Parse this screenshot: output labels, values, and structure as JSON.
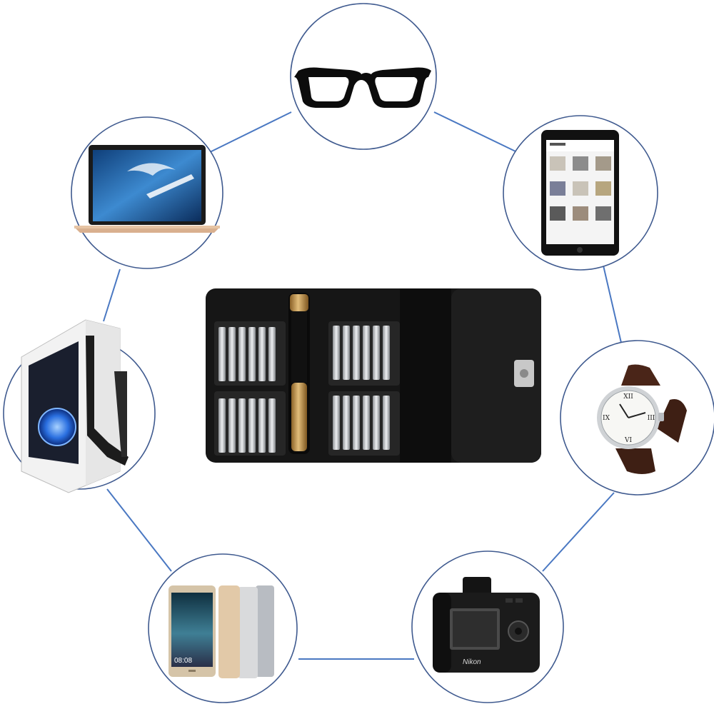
{
  "scene": {
    "center_item": "precision-screwdriver-kit-in-black-leather-case",
    "devices": [
      "glasses",
      "tablet",
      "watch",
      "camera",
      "smartphones",
      "desktop-pc",
      "laptop"
    ],
    "colors": {
      "background": "#ffffff",
      "connector": "#4a78c2",
      "circle_stroke": "#3f5a8f",
      "case": "#161616",
      "handle_gold": "#b98a3f",
      "bit_silver": "#c9cbce"
    }
  },
  "phone_screen": {
    "clock": "08:08"
  },
  "camera_brand": {
    "logo": "Nikon"
  }
}
